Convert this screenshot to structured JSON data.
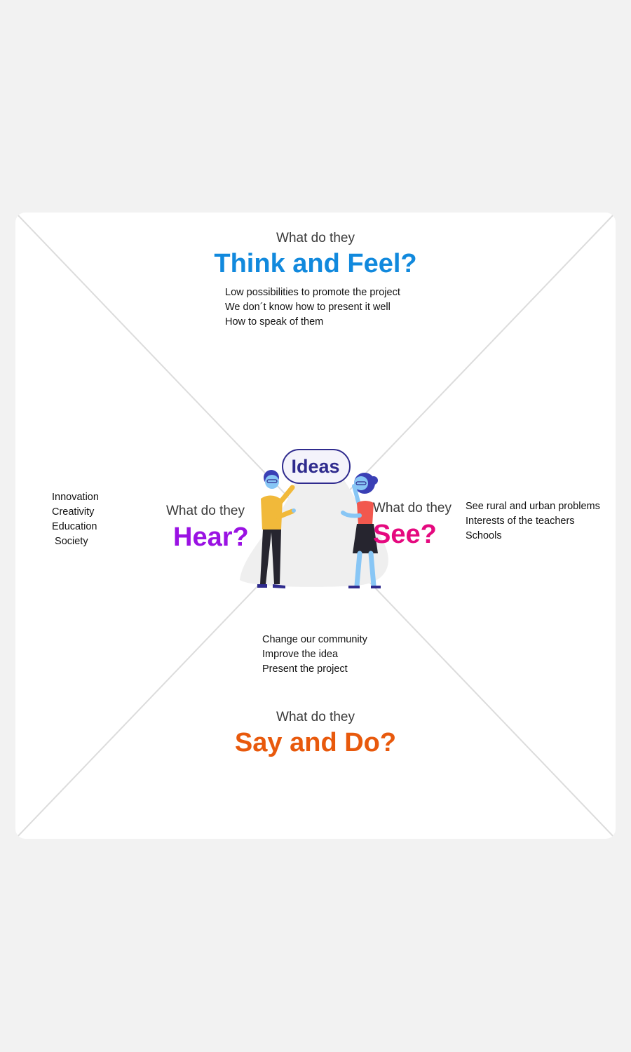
{
  "think_feel": {
    "prefix": "What do they",
    "title": "Think and Feel?",
    "color": "#1189dd",
    "items": [
      "Low possibilities to promote the project",
      "We don´t know how to present it well",
      "How to speak of them"
    ]
  },
  "hear": {
    "prefix": "What do they",
    "title": "Hear?",
    "color": "#9a12e3",
    "items": [
      "Innovation",
      "Creativity",
      "Education",
      " Society"
    ]
  },
  "see": {
    "prefix": "What do they",
    "title": "See?",
    "color": "#e5097f",
    "items": [
      "See rural and urban problems",
      "Interests of the teachers",
      "Schools"
    ]
  },
  "say_do": {
    "prefix": "What do they",
    "title": "Say and Do?",
    "color": "#e8590c",
    "items": [
      "Change our community",
      "Improve the idea",
      "Present the project"
    ]
  },
  "center": {
    "sign_text": "Ideas",
    "illustration_icon": "two-people-holding-ideas-sign-icon"
  },
  "colors": {
    "page_background": "#f2f2f2",
    "board_background": "#ffffff",
    "diagonal_lines": "#dcdcdc"
  }
}
